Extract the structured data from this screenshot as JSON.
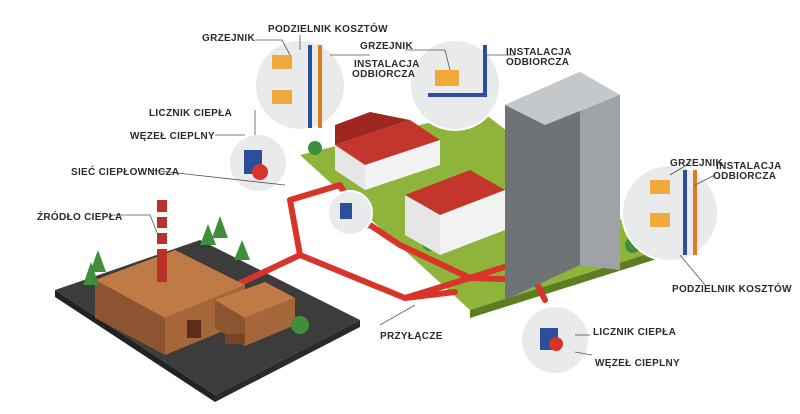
{
  "labels": {
    "grzejnik_top_left": "GRZEJNIK",
    "podzielnik_top": "PODZIELNIK KOSZTÓW",
    "grzejnik_top_mid": "GRZEJNIK",
    "instalacja_left_1": "INSTALACJA",
    "instalacja_left_2": "ODBIORCZA",
    "instalacja_mid_1": "INSTALACJA",
    "instalacja_mid_2": "ODBIORCZA",
    "licznik_left": "LICZNIK CIEPŁA",
    "wezel_left": "WĘZEŁ CIEPLNY",
    "siec": "SIEĆ CIEPŁOWNICZA",
    "zrodlo": "ŹRÓDŁO CIEPŁA",
    "grzejnik_right": "GRZEJNIK",
    "instalacja_right_1": "INSTALACJA",
    "instalacja_right_2": "ODBIORCZA",
    "podzielnik_right": "PODZIELNIK KOSZTÓW",
    "przylacze": "PRZYŁĄCZE",
    "licznik_right": "LICZNIK CIEPŁA",
    "wezel_right": "WĘZEŁ CIEPLNY"
  },
  "colors": {
    "pipe": "#d8342a",
    "ground": "#8fb43c",
    "ground_dark": "#3b3a3a",
    "factory": "#a5673a",
    "roof": "#b62b25",
    "tower": "#8e9297",
    "callout_bg": "#e9eaec",
    "radiator": "#f2a93b",
    "pipe_blue": "#2c4f9c",
    "pipe_orange": "#e07a22"
  }
}
